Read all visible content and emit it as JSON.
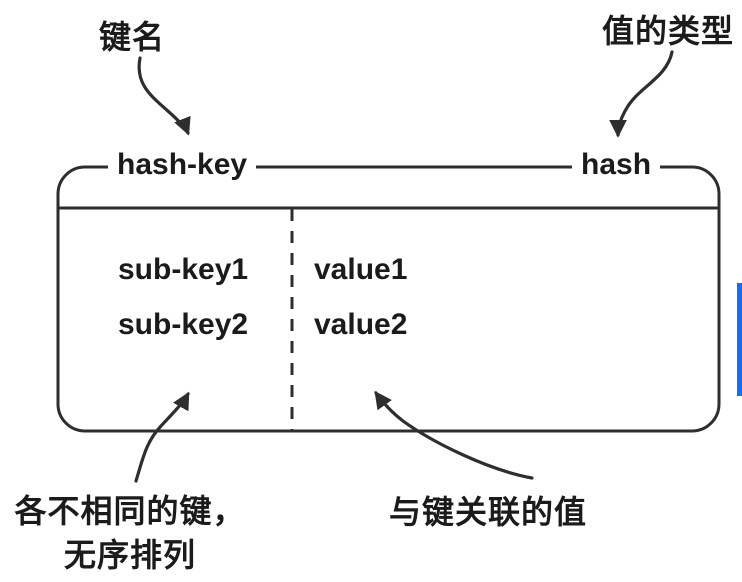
{
  "diagram": {
    "annotations": {
      "key_name": "键名",
      "value_type": "值的类型",
      "distinct_keys_line1": "各不相同的键，",
      "distinct_keys_line2": "无序排列",
      "associated_values": "与键关联的值"
    },
    "box": {
      "key_label": "hash-key",
      "type_label": "hash",
      "rows": [
        {
          "key": "sub-key1",
          "value": "value1"
        },
        {
          "key": "sub-key2",
          "value": "value2"
        }
      ]
    },
    "colors": {
      "line": "#2e2e2e",
      "text": "#1b1b1b",
      "accent_bar": "#1a6ce8",
      "background": "#ffffff"
    }
  }
}
